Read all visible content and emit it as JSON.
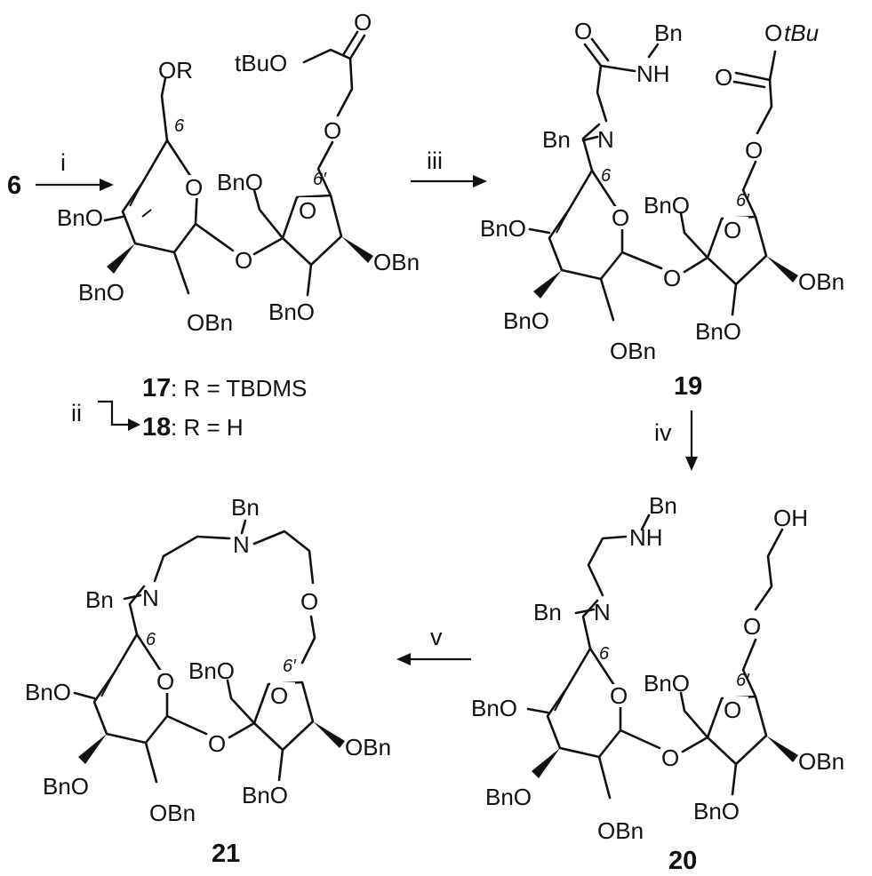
{
  "start_compound": "6",
  "compounds": {
    "c17": "17",
    "c18": "18",
    "c19": "19",
    "c20": "20",
    "c21": "21"
  },
  "substituents": {
    "r17": ": R = TBDMS",
    "r18": ": R = H"
  },
  "reagents": {
    "step1": "i",
    "step2": "ii",
    "step3": "iii",
    "step4": "iv",
    "step5": "v"
  },
  "atom_labels": {
    "or": "OR",
    "bno": "BnO",
    "obn": "OBn",
    "o": "O",
    "tbuo": "tBuO",
    "otbu_o": "O",
    "otbu_tbu": "tBu",
    "bn": "Bn",
    "nh": "NH",
    "n": "N",
    "oh": "OH",
    "pos6": "6",
    "pos6p": "6′"
  }
}
